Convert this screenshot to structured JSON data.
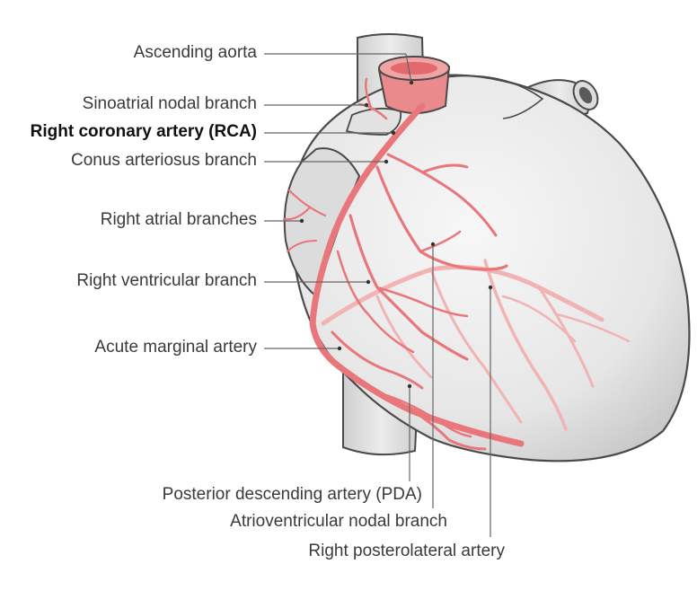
{
  "diagram": {
    "labels": {
      "ascending_aorta": "Ascending aorta",
      "sinoatrial_nodal_branch": "Sinoatrial nodal branch",
      "right_coronary_artery": "Right coronary artery (RCA)",
      "conus_arteriosus_branch": "Conus arteriosus branch",
      "right_atrial_branches": "Right atrial branches",
      "right_ventricular_branch": "Right ventricular branch",
      "acute_marginal_artery": "Acute marginal artery",
      "posterior_descending_artery": "Posterior descending artery (PDA)",
      "atrioventricular_nodal_branch": "Atrioventricular nodal branch",
      "right_posterolateral_artery": "Right posterolateral artery"
    },
    "colors": {
      "heart_fill": "#e9e9e9",
      "heart_outline": "#4a4a4a",
      "artery": "#e8767a",
      "artery_light": "#f2b3b4",
      "leader_line": "#555555"
    }
  }
}
